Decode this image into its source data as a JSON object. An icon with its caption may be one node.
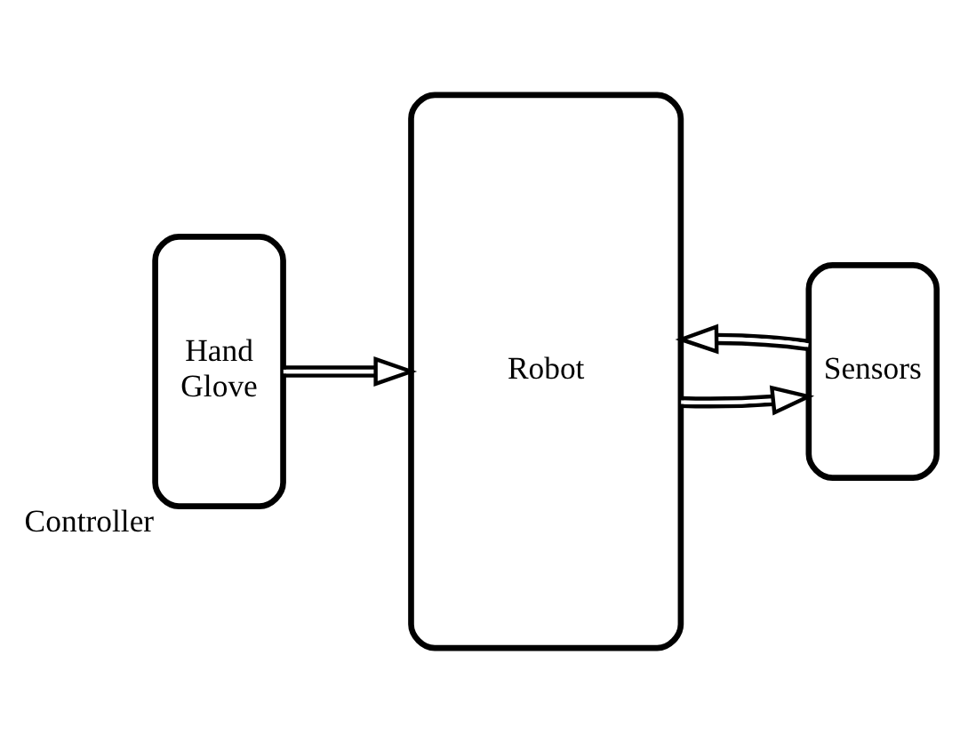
{
  "diagram": {
    "nodes": [
      {
        "text": [
          "Hand Glove"
        ],
        "beside": [
          "Controller"
        ]
      },
      {
        "text": [
          "Robot"
        ]
      },
      {
        "text": [
          "Sensors"
        ]
      }
    ],
    "edges": [
      {
        "from": 0,
        "to": 1,
        "arrow": "to"
      },
      {
        "from": 1,
        "to": 2,
        "arrow": "to"
      },
      {
        "from": 2,
        "to": 1,
        "arrow": "to"
      }
    ]
  }
}
